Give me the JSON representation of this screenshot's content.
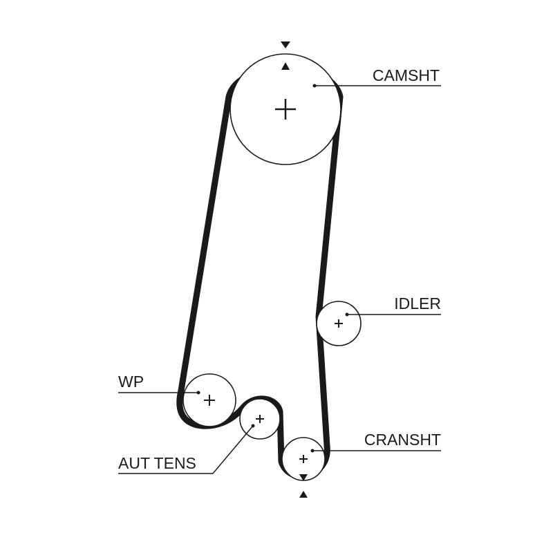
{
  "components": [
    {
      "id": "camshaft",
      "label": "CAMSHT"
    },
    {
      "id": "idler",
      "label": "IDLER"
    },
    {
      "id": "water_pump",
      "label": "WP"
    },
    {
      "id": "auto_tensioner",
      "label": "AUT TENS"
    },
    {
      "id": "crankshaft",
      "label": "CRANSHT"
    }
  ],
  "colors": {
    "line": "#1a1a1a",
    "background": "#ffffff"
  }
}
